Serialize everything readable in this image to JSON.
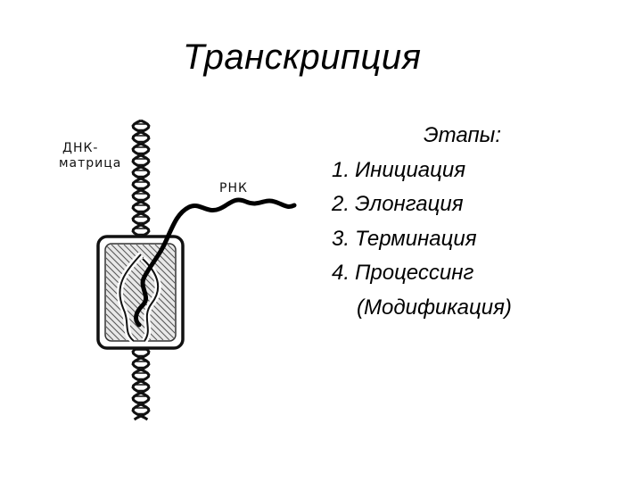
{
  "title": "Транскрипция",
  "stages": {
    "heading": "Этапы:",
    "items": [
      {
        "num": "1.",
        "label": "Инициация"
      },
      {
        "num": "2.",
        "label": "Элонгация"
      },
      {
        "num": "3.",
        "label": "Терминация"
      },
      {
        "num": "4.",
        "label": "Процессинг"
      }
    ],
    "note": "(Модификация)"
  },
  "diagram": {
    "dna_label_line1": "ДНК-",
    "dna_label_line2": "матрица",
    "rna_label": "РНК"
  }
}
